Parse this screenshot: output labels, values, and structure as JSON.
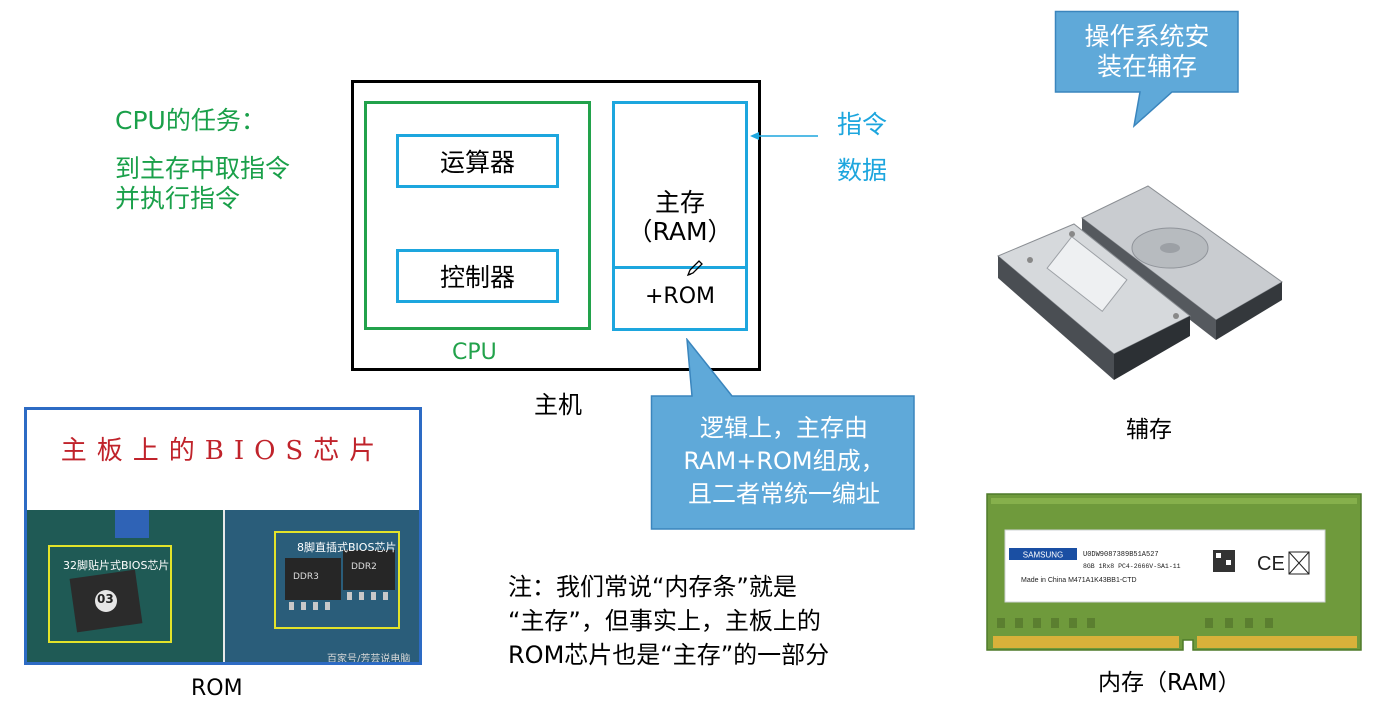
{
  "cpu_task": {
    "title": "CPU的任务：",
    "line1": "到主存中取指令",
    "line2": "并执行指令"
  },
  "host": {
    "alu": "运算器",
    "cu": "控制器",
    "cpu_label": "CPU",
    "memory_line1": "主存",
    "memory_line2": "（RAM）",
    "rom": "+ROM",
    "host_label": "主机"
  },
  "memory_inputs": {
    "instructions": "指令",
    "data": "数据"
  },
  "callouts": {
    "logic_line1": "逻辑上，主存由",
    "logic_line2": "RAM+ROM组成，",
    "logic_line3": "且二者常统一编址",
    "os_line1": "操作系统安",
    "os_line2": "装在辅存"
  },
  "bios_photo": {
    "title": "主板上的BIOS芯片",
    "chip1_label": "32脚贴片式BIOS芯片",
    "chip1_mark": "03",
    "chip2_label": "8脚直插式BIOS芯片",
    "chip2_mark1": "DDR3",
    "chip2_mark2": "DDR2",
    "watermark": "百家号/芳芸说电脑"
  },
  "captions": {
    "rom": "ROM",
    "secondary_storage": "辅存",
    "ram": "内存（RAM）"
  },
  "ram_stick": {
    "brand": "SAMSUNG",
    "line1": "U0DW9087389B51A527",
    "line2": "8GB 1Rx8 PC4-2666V-SA1-11",
    "line3": "Made in China  M471A1K43BB1-CTD"
  },
  "note": {
    "line1": "注：我们常说“内存条”就是",
    "line2": "“主存”，但事实上，主板上的",
    "line3": "ROM芯片也是“主存”的一部分"
  },
  "colors": {
    "green": "#22a24b",
    "blue": "#1da6de",
    "callout_fill": "#5fa9d9",
    "red_title": "#c0232b"
  }
}
